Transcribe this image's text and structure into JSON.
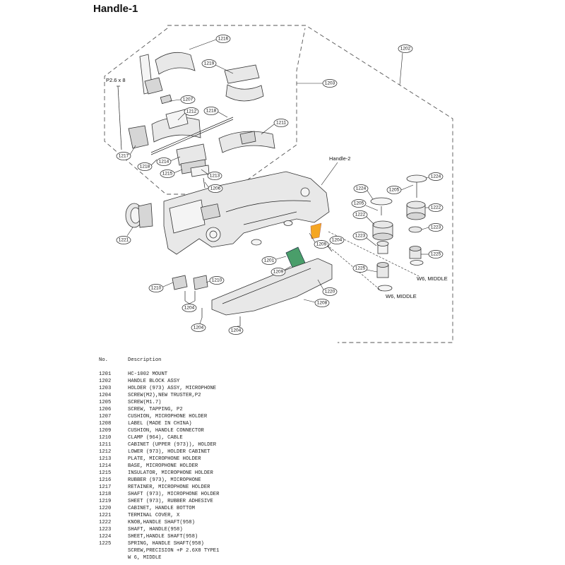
{
  "title": "Handle-1",
  "diagram": {
    "callouts": [
      "1216",
      "1202",
      "1219",
      "1203",
      "1207",
      "1212",
      "1218",
      "1211",
      "1217",
      "1214",
      "1218",
      "1215",
      "1213",
      "1206",
      "1224",
      "1224",
      "1205",
      "1205",
      "1222",
      "1222",
      "1223",
      "1223",
      "1209",
      "1204",
      "1225",
      "1221",
      "1201",
      "1209",
      "1225",
      "1210",
      "1210",
      "1220",
      "1208",
      "1204",
      "1204",
      "1204"
    ],
    "notes": {
      "screw_spec": "P2.6 x 8",
      "handle2": "Handle-2",
      "washer_right": "W6, MIDDLE",
      "washer_left": "W6, MIDDLE"
    },
    "colors": {
      "pcb": "#4a9e6a",
      "highlight": "#f5a623"
    }
  },
  "parts_list": {
    "header": {
      "no": "No.",
      "description": "Description"
    },
    "rows": [
      {
        "no": "1201",
        "description": "HC-1002 MOUNT"
      },
      {
        "no": "1202",
        "description": "HANDLE BLOCK ASSY"
      },
      {
        "no": "1203",
        "description": "HOLDER (973) ASSY, MICROPHONE"
      },
      {
        "no": "1204",
        "description": "SCREW(M2),NEW TRUSTER,P2"
      },
      {
        "no": "1205",
        "description": "SCREW(M1.7)"
      },
      {
        "no": "1206",
        "description": "SCREW, TAPPING, P2"
      },
      {
        "no": "1207",
        "description": "CUSHION, MICROPHONE HOLDER"
      },
      {
        "no": "1208",
        "description": "LABEL (MADE IN CHINA)"
      },
      {
        "no": "1209",
        "description": "CUSHION, HANDLE CONNECTOR"
      },
      {
        "no": "1210",
        "description": "CLAMP (964), CABLE"
      },
      {
        "no": "1211",
        "description": "CABINET (UPPER (973)), HOLDER"
      },
      {
        "no": "1212",
        "description": "LOWER (973), HOLDER CABINET"
      },
      {
        "no": "1213",
        "description": "PLATE, MICROPHONE HOLDER"
      },
      {
        "no": "1214",
        "description": "BASE, MICROPHONE HOLDER"
      },
      {
        "no": "1215",
        "description": "INSULATOR, MICROPHONE HOLDER"
      },
      {
        "no": "1216",
        "description": "RUBBER (973), MICROPHONE"
      },
      {
        "no": "1217",
        "description": "RETAINER, MICROPHONE HOLDER"
      },
      {
        "no": "1218",
        "description": "SHAFT (973), MICROPHONE HOLDER"
      },
      {
        "no": "1219",
        "description": "SHEET (973), RUBBER ADHESIVE"
      },
      {
        "no": "1220",
        "description": "CABINET, HANDLE BOTTOM"
      },
      {
        "no": "1221",
        "description": "TERMINAL COVER, X"
      },
      {
        "no": "1222",
        "description": "KNOB,HANDLE SHAFT(958)"
      },
      {
        "no": "1223",
        "description": "SHAFT, HANDLE(958)"
      },
      {
        "no": "1224",
        "description": "SHEET,HANDLE SHAFT(958)"
      },
      {
        "no": "1225",
        "description": "SPRING, HANDLE SHAFT(958)"
      },
      {
        "no": "",
        "description": "SCREW,PRECISION +P 2.6X8 TYPE1"
      },
      {
        "no": "",
        "description": "W 6, MIDDLE"
      }
    ]
  }
}
